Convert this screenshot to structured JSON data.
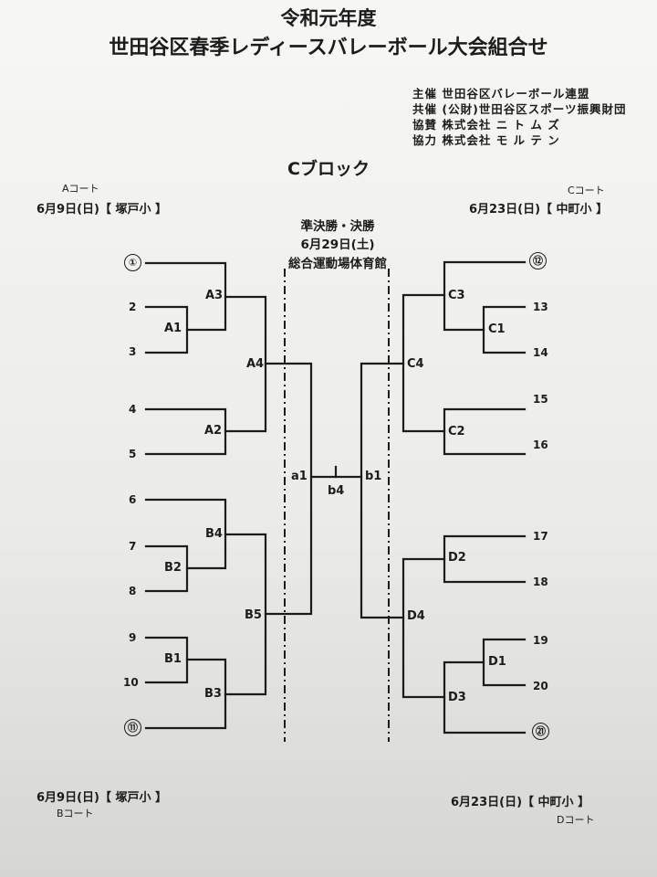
{
  "title": "令和元年度",
  "subtitle": "世田谷区春季レディースバレーボール大会組合せ",
  "organizers": [
    "主催 世田谷区バレーボール連盟",
    "共催 (公財)世田谷区スポーツ振興財団",
    "協賛 株式会社 ニ ト ム ズ",
    "協力 株式会社 モ ル テ ン"
  ],
  "block": "Cブロック",
  "courts": {
    "a_label": "Aコート",
    "a_date": "6月9日(日)【 塚戸小 】",
    "c_label": "Cコート",
    "c_date": "6月23日(日)【 中町小 】",
    "b_date": "6月9日(日)【 塚戸小 】",
    "b_label": "Bコート",
    "d_date": "6月23日(日)【 中町小 】",
    "d_label": "Dコート"
  },
  "finals": {
    "line1": "準決勝・決勝",
    "line2": "6月29日(土)",
    "line3": "総合運動場体育館"
  },
  "teams_left": [
    "①",
    "2",
    "3",
    "4",
    "5",
    "6",
    "7",
    "8",
    "9",
    "10",
    "⑪"
  ],
  "teams_right": [
    "⑫",
    "13",
    "14",
    "15",
    "16",
    "17",
    "18",
    "19",
    "20",
    "㉑"
  ],
  "matches": {
    "A1": "A1",
    "A2": "A2",
    "A3": "A3",
    "A4": "A4",
    "B1": "B1",
    "B2": "B2",
    "B3": "B3",
    "B4": "B4",
    "B5": "B5",
    "C1": "C1",
    "C2": "C2",
    "C3": "C3",
    "C4": "C4",
    "D1": "D1",
    "D2": "D2",
    "D3": "D3",
    "D4": "D4",
    "a1": "a1",
    "b1": "b1",
    "b4": "b4"
  },
  "colors": {
    "ink": "#1c1c1c",
    "paper": "#f2f2ef"
  }
}
